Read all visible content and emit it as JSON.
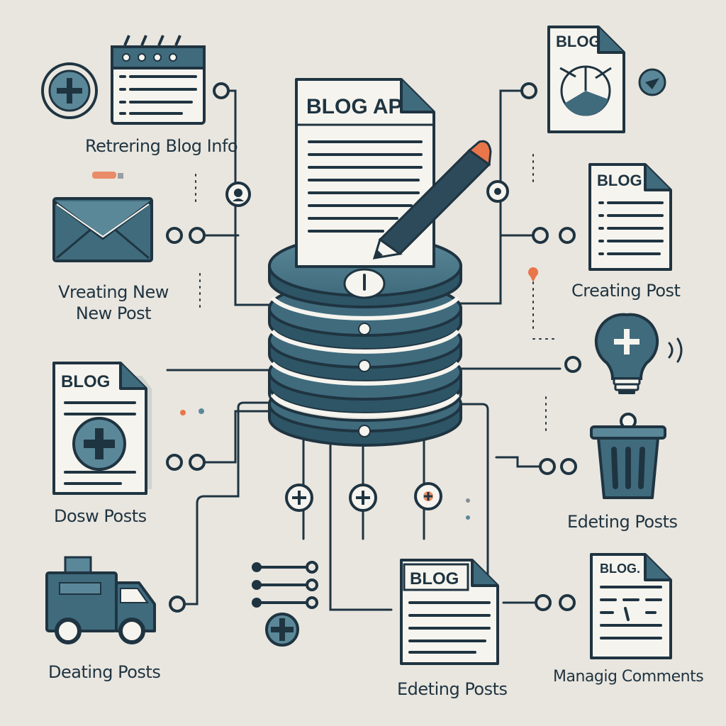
{
  "center": {
    "doc_title": "BLOG AP"
  },
  "docs": {
    "top_right": "BLOG",
    "mid_right": "BLOG",
    "left_mid": "BLOG",
    "bottom_center": "BLOG",
    "bottom_right": "BLOG."
  },
  "labels": {
    "retrieving": "Retrering Blog Info",
    "creating_new_1": "Vreating New",
    "creating_new_2": "New Post",
    "creating_post": "Creating Post",
    "dosw_posts": "Dosw Posts",
    "edeting_posts_right": "Edeting Posts",
    "deating_posts": "Deating Posts",
    "edeting_posts_bottom": "Edeting Posts",
    "managing_comments": "Managig Comments"
  },
  "colors": {
    "background": "#e9e6df",
    "ink": "#1f3441",
    "teal": "#3f6b7d",
    "teal_light": "#5b8899",
    "paper": "#f6f4ee",
    "accent": "#e8764a"
  }
}
